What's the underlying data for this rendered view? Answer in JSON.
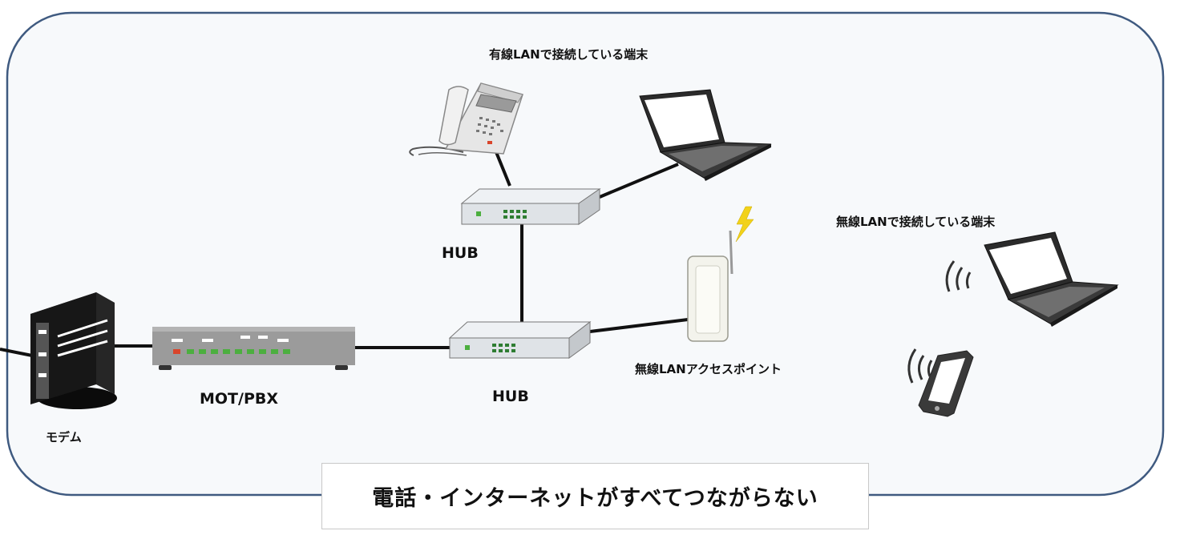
{
  "labels": {
    "wired_title": "有線LANで接続している端末",
    "wireless_title": "無線LANで接続している端末",
    "hub_top": "HUB",
    "hub_bottom": "HUB",
    "modem": "モデム",
    "mot_pbx": "MOT/PBX",
    "access_point": "無線LANアクセスポイント"
  },
  "status_message": "電話・インターネットがすべてつながらない",
  "colors": {
    "frame_border": "#3f5a80",
    "frame_fill": "#f7f9fb",
    "cable": "#111111",
    "led_green": "#4caf3f",
    "led_red": "#d9452b",
    "lightning": "#f2d21a"
  }
}
